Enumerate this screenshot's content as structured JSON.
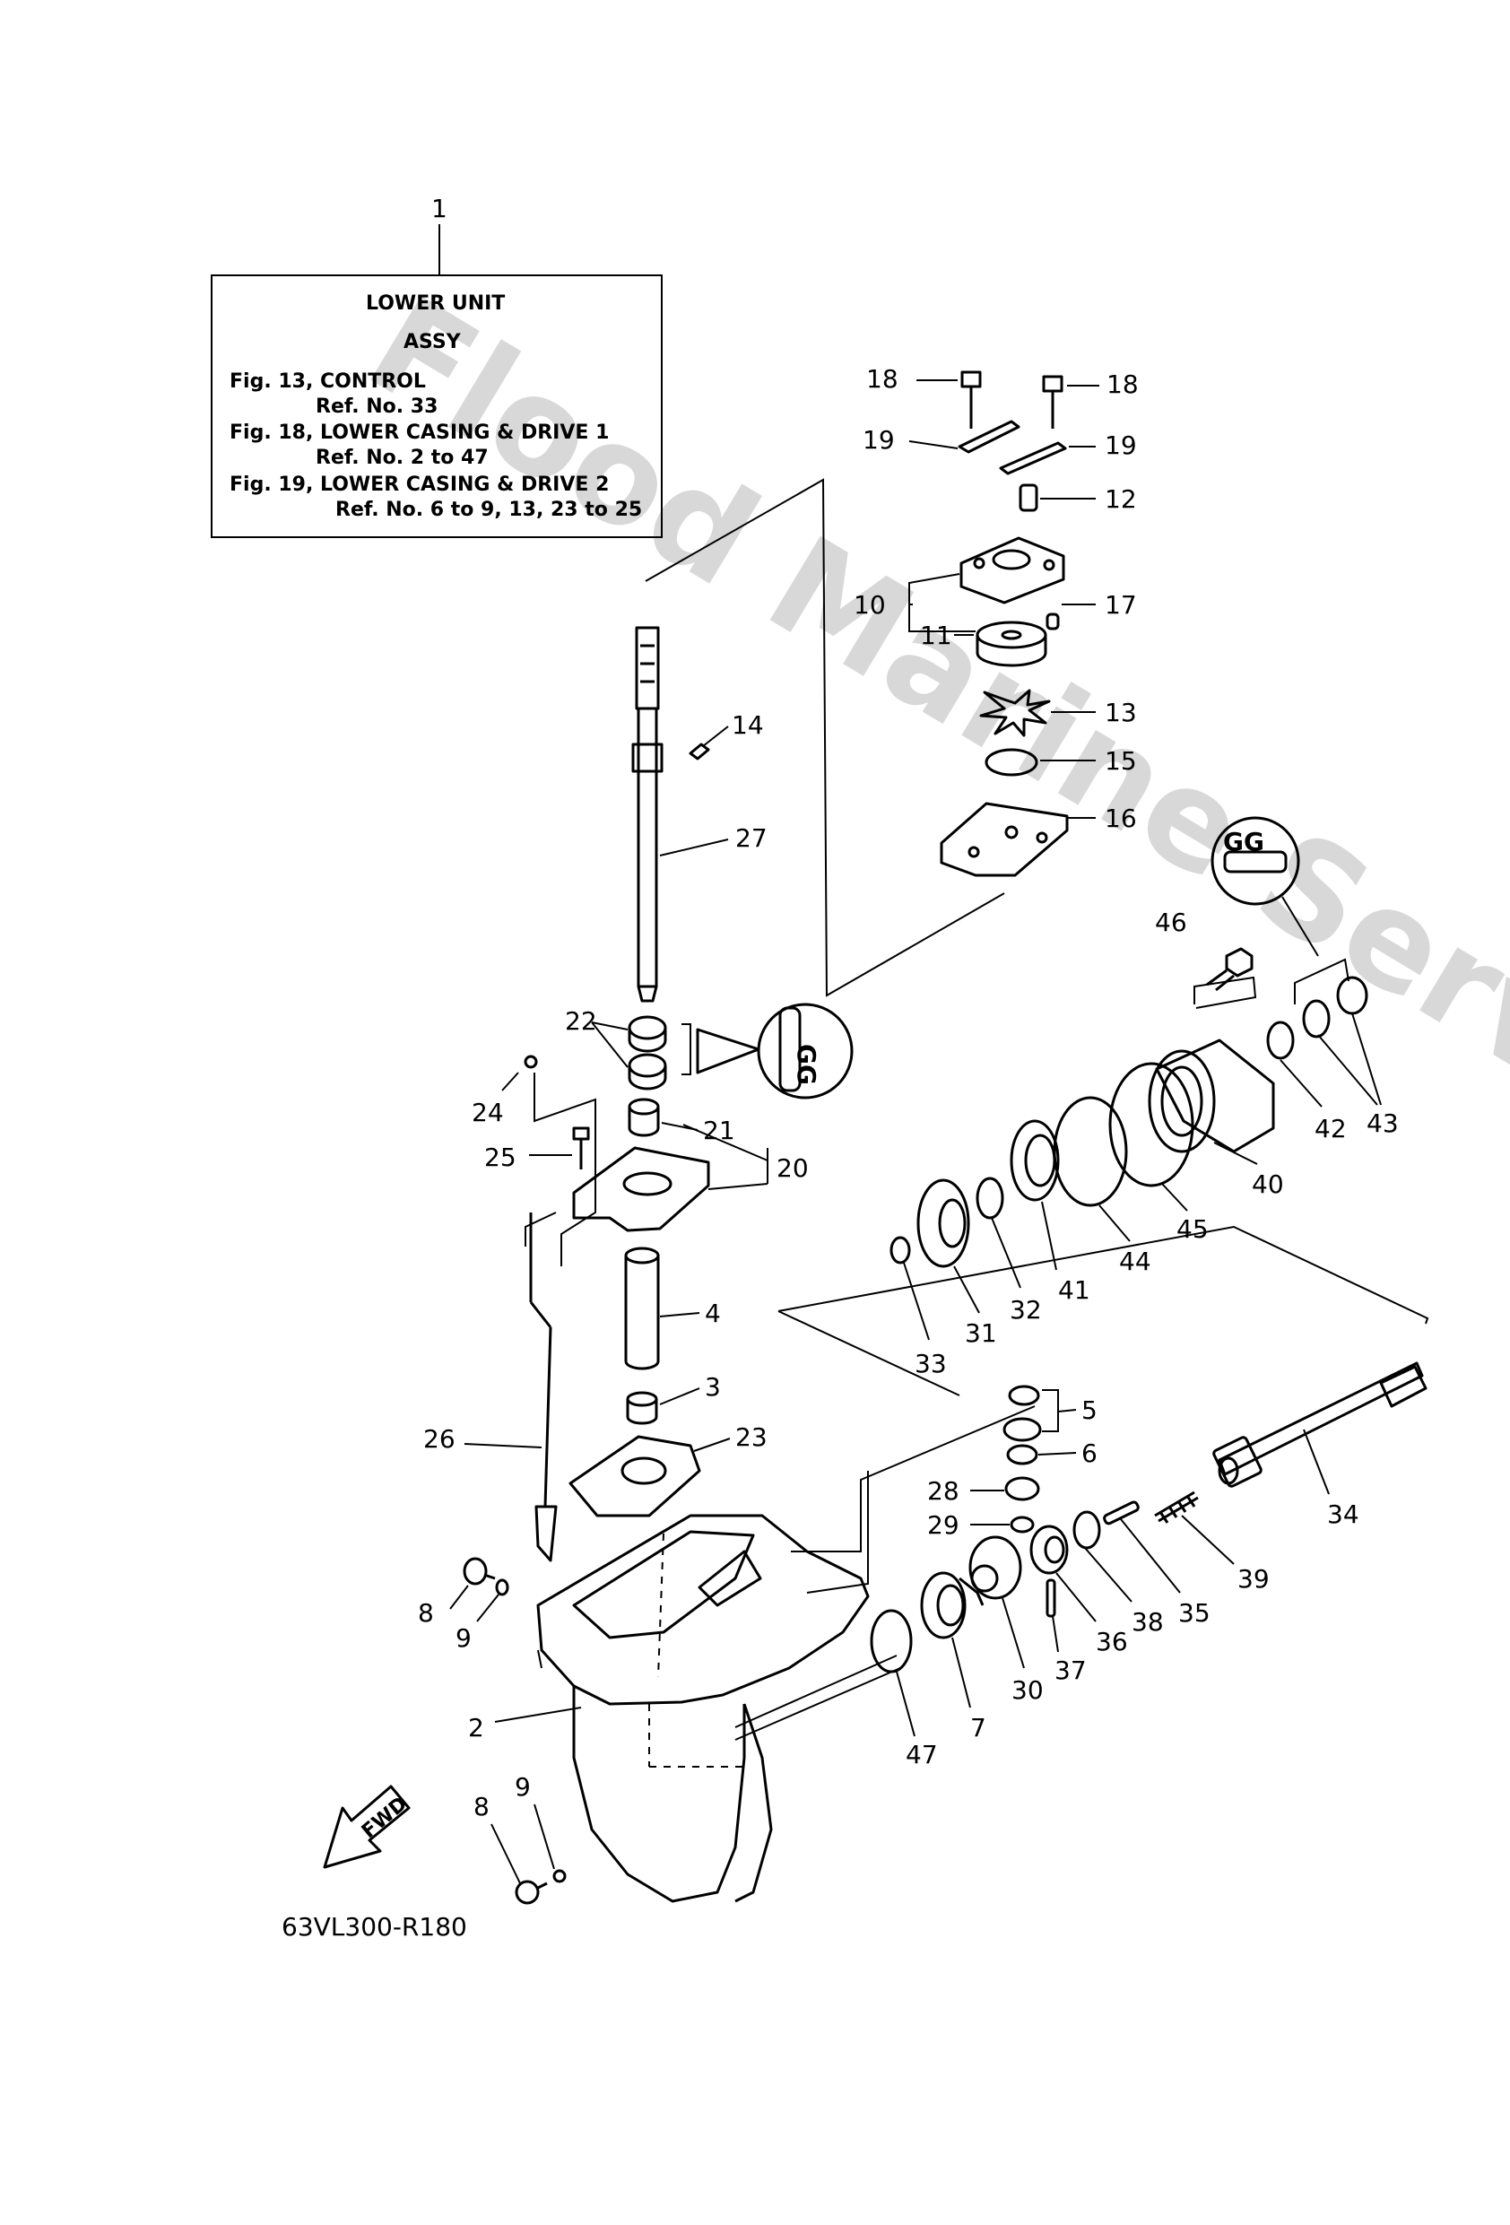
{
  "ref_box": {
    "callout": "1",
    "title_line1": "LOWER UNIT",
    "title_line2": "ASSY",
    "lines": [
      "Fig. 13, CONTROL",
      "Ref. No. 33",
      "Fig. 18, LOWER CASING & DRIVE 1",
      "Ref. No. 2 to 47",
      "Fig. 19, LOWER CASING & DRIVE 2",
      "Ref. No. 6 to 9, 13, 23 to 25"
    ]
  },
  "watermark": "Flood Marine Services",
  "figure_code": "63VL300-R180",
  "fwd_label": "FWD",
  "grease_label": "GG",
  "part_numbers": {
    "n18a": "18",
    "n18b": "18",
    "n19a": "19",
    "n19b": "19",
    "n12": "12",
    "n10": "10",
    "n17": "17",
    "n11": "11",
    "n13": "13",
    "n15": "15",
    "n16": "16",
    "n14": "14",
    "n27": "27",
    "n46": "46",
    "n43": "43",
    "n42": "42",
    "n40": "40",
    "n22": "22",
    "n24": "24",
    "n21": "21",
    "n20": "20",
    "n25": "25",
    "n45": "45",
    "n44": "44",
    "n41": "41",
    "n32": "32",
    "n31": "31",
    "n33": "33",
    "n4": "4",
    "n3": "3",
    "n23": "23",
    "n26": "26",
    "n5": "5",
    "n6": "6",
    "n28": "28",
    "n29": "29",
    "n34": "34",
    "n39": "39",
    "n35": "35",
    "n38": "38",
    "n36": "36",
    "n37": "37",
    "n30": "30",
    "n7": "7",
    "n47": "47",
    "n8a": "8",
    "n9a": "9",
    "n2": "2",
    "n8b": "8",
    "n9b": "9"
  }
}
